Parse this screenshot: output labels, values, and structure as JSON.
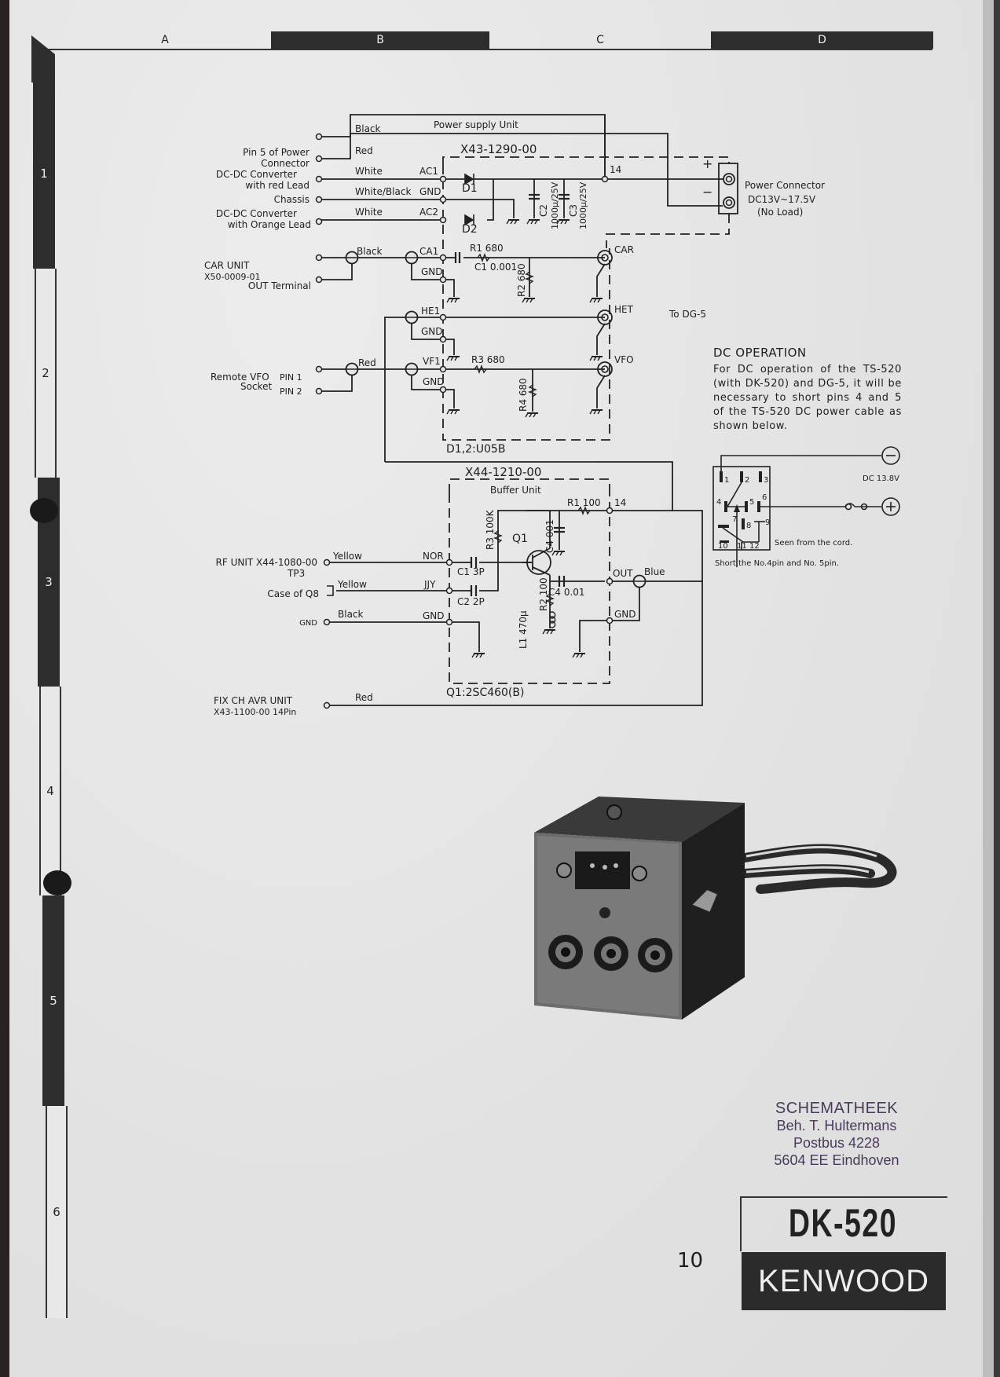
{
  "frame": {
    "columns": [
      "A",
      "B",
      "C",
      "D"
    ],
    "rows": [
      "1",
      "2",
      "3",
      "4",
      "5",
      "6"
    ]
  },
  "power_unit": {
    "title": "Power supply Unit",
    "board": "X43-1290-00",
    "inputs": [
      {
        "label_line1": "Pin 5 of Power",
        "label_line2": "Connector",
        "wire": "Black"
      },
      {
        "wire": "Red"
      },
      {
        "label_line1": "DC-DC Converter",
        "label_line2": "with red Lead",
        "wire": "White",
        "pin": "AC1"
      },
      {
        "label_line1": "Chassis",
        "wire": "White/Black",
        "pin": "GND"
      },
      {
        "label_line1": "DC-DC Converter",
        "label_line2": "with Orange Lead",
        "wire": "White",
        "pin": "AC2"
      }
    ],
    "components": {
      "d1": "D1",
      "d2": "D2",
      "c2": "C2",
      "c2_val": "1000μ/25V",
      "c3": "C3",
      "c3_val": "1000μ/25V",
      "pin14": "14",
      "plus": "+",
      "minus": "−"
    },
    "connector": {
      "line1": "Power Connector",
      "line2": "DC13V~17.5V",
      "line3": "(No Load)"
    },
    "diode_note": "D1,2:U05B"
  },
  "signal_section": {
    "car": {
      "source1": "CAR UNIT",
      "source2": "X50-0009-01",
      "source3": "OUT Terminal",
      "wire": "Black",
      "pin": "CA1",
      "gnd": "GND",
      "r1": "R1 680",
      "c1": "C1 0.001",
      "r2": "R2 680",
      "out": "CAR"
    },
    "het": {
      "pin": "HE1",
      "gnd": "GND",
      "out": "HET"
    },
    "vfo": {
      "source1": "Remote VFO",
      "pin1": "PIN 1",
      "source2": "Socket",
      "pin2": "PIN 2",
      "wire": "Red",
      "pin": "VF1",
      "gnd": "GND",
      "r3": "R3 680",
      "r4": "R4 680",
      "out": "VFO"
    },
    "to_label": "To DG-5"
  },
  "buffer_unit": {
    "board": "X44-1210-00",
    "title": "Buffer Unit",
    "r1": "R1 100",
    "pin14": "14",
    "r3": "R3 100K",
    "q1": "Q1",
    "c4a": "C4 001",
    "c1": "C1 3P",
    "c2": "C2 2P",
    "r2": "R2 100",
    "l1": "L1 470μ",
    "c4b": "C4 0.01",
    "out": "OUT",
    "out_wire": "Blue",
    "gnd": "GND",
    "transistor_note": "Q1:2SC460(B)",
    "inputs": [
      {
        "label_line1": "RF UNIT X44-1080-00",
        "label_line2": "TP3",
        "wire": "Yellow",
        "pin": "NOR"
      },
      {
        "label_line1": "Case of Q8",
        "wire": "Yellow",
        "pin": "JJY"
      },
      {
        "label_line1": "GND",
        "wire": "Black",
        "pin": "GND"
      }
    ],
    "fix": {
      "label_line1": "FIX CH AVR UNIT",
      "label_line2": "X43-1100-00 14Pin",
      "wire": "Red"
    }
  },
  "dc_operation": {
    "title": "DC OPERATION",
    "body": "For DC operation of the TS-520 (with DK-520) and DG-5, it will be necessary to short pins 4 and 5 of the TS-520 DC power cable as shown below.",
    "plug_pins": [
      "1",
      "2",
      "3",
      "4",
      "5",
      "6",
      "7",
      "8",
      "9",
      "10",
      "11",
      "12"
    ],
    "voltage": "DC 13.8V",
    "minus": "−",
    "plus": "+",
    "seen_note": "Seen from the cord.",
    "short_note": "Short the No.4pin and No. 5pin."
  },
  "stamp": {
    "line1": "SCHEMATHEEK",
    "line2": "Beh. T. Hultermans",
    "line3": "Postbus 4228",
    "line4": "5604 EE  Eindhoven"
  },
  "footer": {
    "page_number": "10",
    "model": "DK-520",
    "brand": "KENWOOD"
  }
}
